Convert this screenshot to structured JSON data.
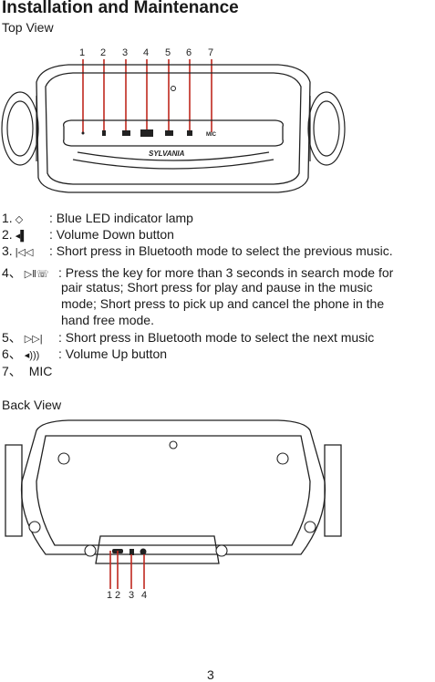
{
  "heading": "Installation and Maintenance",
  "top_view_label": "Top View",
  "back_view_label": "Back View",
  "top_callouts": [
    "1",
    "2",
    "3",
    "4",
    "5",
    "6",
    "7"
  ],
  "brand": "SYLVANIA",
  "mic_label": "MIC",
  "items": [
    {
      "num": "1.",
      "icon": "led-dot-icon",
      "text": ": Blue LED indicator lamp"
    },
    {
      "num": "2.",
      "icon": "volume-down-icon",
      "text": ": Volume Down button"
    },
    {
      "num": "3.",
      "icon": "previous-track-icon",
      "text": ": Short press in Bluetooth mode to select the previous music."
    },
    {
      "num": "4、",
      "icon": "play-pause-phone-icon",
      "text": ":  Press the key for more than 3 seconds in search mode for"
    },
    {
      "num": "5、",
      "icon": "next-track-icon",
      "text": ":  Short press in Bluetooth mode to select the next music"
    },
    {
      "num": "6、",
      "icon": "volume-up-icon",
      "text": ":  Volume Up button"
    },
    {
      "num": "7、",
      "icon": "",
      "text": "MIC"
    }
  ],
  "item4_continuation": [
    "pair status; Short press for play and pause in the music",
    "mode; Short press to pick up and cancel the phone in the",
    "hand free mode."
  ],
  "back_callouts": [
    "1",
    "2",
    "3",
    "4"
  ],
  "page_number": "3"
}
